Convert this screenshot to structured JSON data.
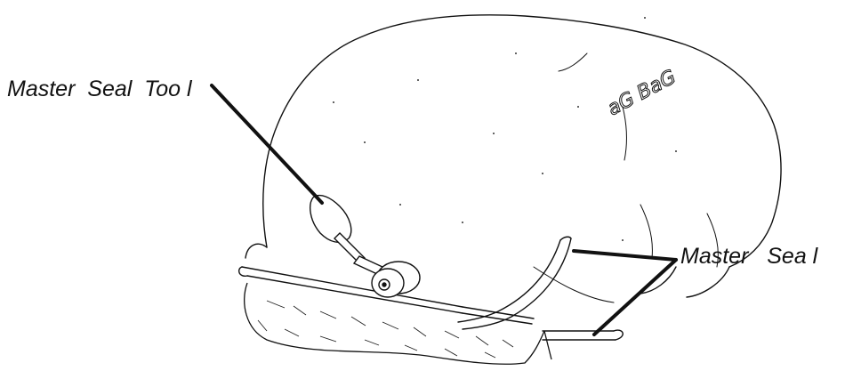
{
  "diagram": {
    "labels": {
      "tool": "Master  Seal  Too l",
      "seal": "Master   Sea l"
    },
    "brand_mark": "aG BaG",
    "colors": {
      "ink": "#111111",
      "background": "#ffffff"
    }
  }
}
